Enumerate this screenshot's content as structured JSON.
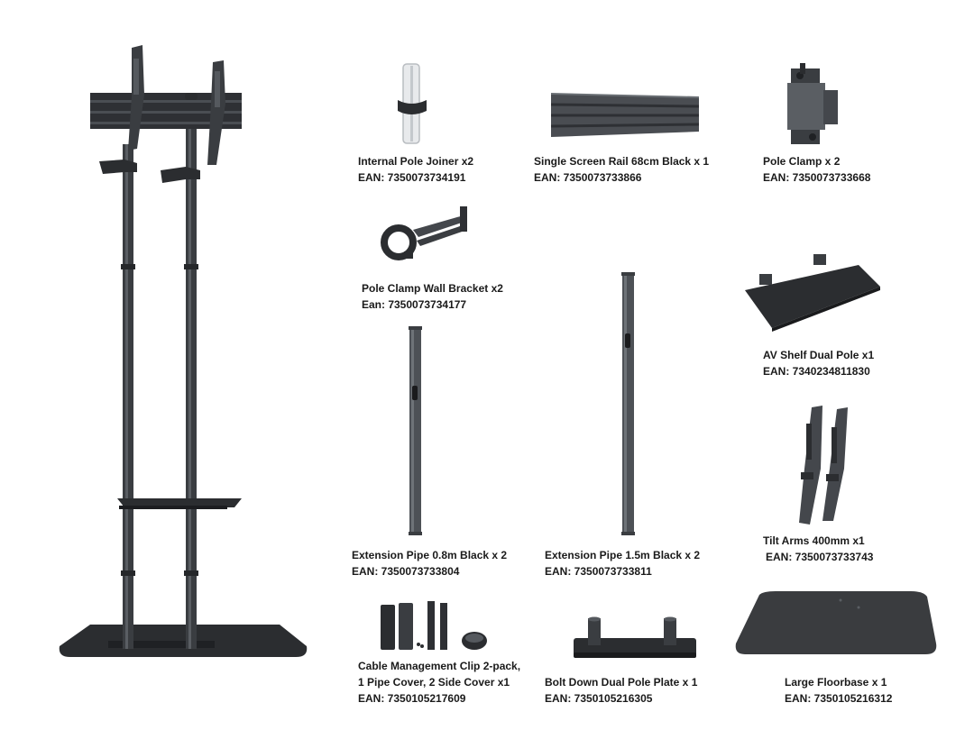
{
  "colors": {
    "metal_dark": "#2b2d30",
    "metal_mid": "#55595e",
    "metal_light": "#8a8f95",
    "plate": "#3a3c3f",
    "white_part": "#e8eaec"
  },
  "products": [
    {
      "id": "internal-pole-joiner",
      "icon": "pole-joiner-icon",
      "name": "Internal Pole Joiner x2",
      "ean": "EAN: 7350073734191"
    },
    {
      "id": "single-screen-rail",
      "icon": "screen-rail-icon",
      "name": "Single Screen Rail 68cm Black x 1",
      "ean": "EAN: 7350073733866"
    },
    {
      "id": "pole-clamp",
      "icon": "pole-clamp-icon",
      "name": "Pole Clamp x 2",
      "ean": "EAN: 7350073733668"
    },
    {
      "id": "pole-clamp-wall-bracket",
      "icon": "wall-bracket-icon",
      "name": "Pole Clamp Wall Bracket x2",
      "ean": "Ean:  7350073734177"
    },
    {
      "id": "av-shelf-dual-pole",
      "icon": "av-shelf-icon",
      "name": "AV Shelf Dual Pole x1",
      "ean": "EAN: 7340234811830"
    },
    {
      "id": "extension-pipe-08",
      "icon": "extension-pipe-icon",
      "name": "Extension Pipe 0.8m Black x 2",
      "ean": "EAN: 7350073733804"
    },
    {
      "id": "extension-pipe-15",
      "icon": "extension-pipe-icon",
      "name": "Extension Pipe 1.5m Black x 2",
      "ean": "EAN: 7350073733811"
    },
    {
      "id": "tilt-arms",
      "icon": "tilt-arms-icon",
      "name": "Tilt Arms 400mm x1",
      "ean": "EAN: 7350073733743"
    },
    {
      "id": "cable-management",
      "icon": "cable-clip-icon",
      "name_line1": "Cable Management Clip 2-pack,",
      "name_line2": "1 Pipe Cover, 2 Side Cover x1",
      "ean": "EAN: 7350105217609"
    },
    {
      "id": "bolt-down-plate",
      "icon": "bolt-down-plate-icon",
      "name": "Bolt Down Dual Pole Plate x 1",
      "ean": "EAN: 7350105216305"
    },
    {
      "id": "large-floorbase",
      "icon": "floorbase-icon",
      "name": "Large Floorbase x 1",
      "ean": "EAN: 7350105216312"
    }
  ]
}
